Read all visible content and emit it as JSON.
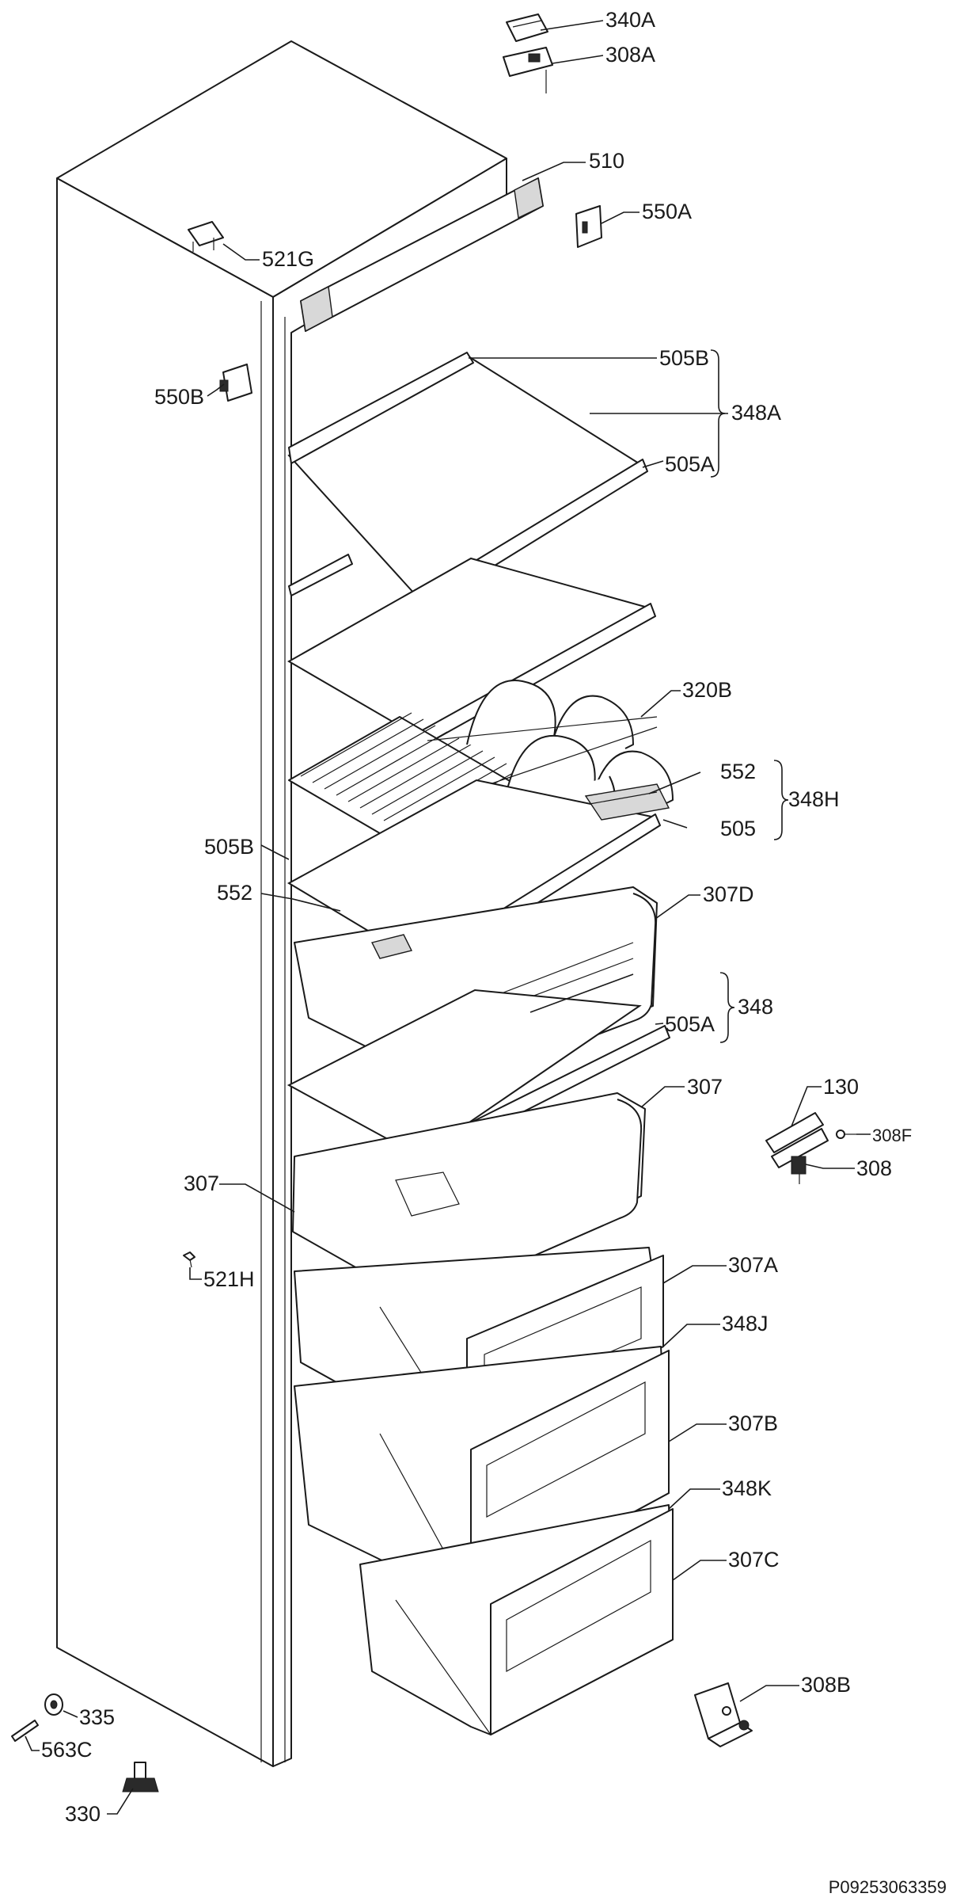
{
  "labels": {
    "l340A": "340A",
    "l308A": "308A",
    "l510": "510",
    "l550A": "550A",
    "l521G": "521G",
    "l505B_top": "505B",
    "l348A": "348A",
    "l505A_top": "505A",
    "l550B": "550B",
    "l320B": "320B",
    "l552_right": "552",
    "l348H": "348H",
    "l505_right": "505",
    "l505B_left": "505B",
    "l552_left": "552",
    "l307D": "307D",
    "l348": "348",
    "l505A_mid": "505A",
    "l307_right": "307",
    "l307_left": "307",
    "l130": "130",
    "l308F": "308F",
    "l308": "308",
    "l521H": "521H",
    "l307A": "307A",
    "l348J": "348J",
    "l307B": "307B",
    "l348K": "348K",
    "l307C": "307C",
    "l308B": "308B",
    "l335": "335",
    "l563C": "563C",
    "l330": "330"
  },
  "reference": "P09253063359"
}
